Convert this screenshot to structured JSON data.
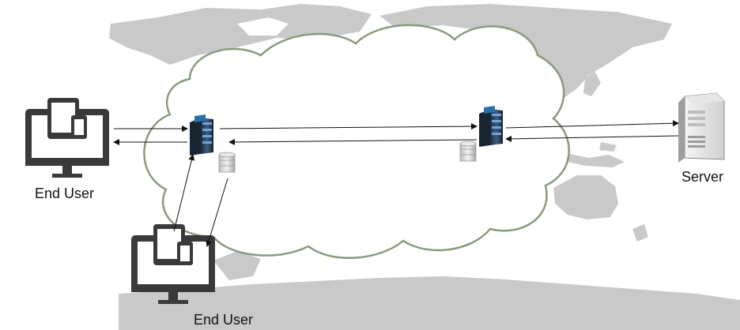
{
  "labels": {
    "end_user_left": "End User",
    "end_user_bottom": "End User",
    "server": "Server"
  },
  "colors": {
    "map_land": "#c9c9c9",
    "cloud_outline": "#8a9a7e",
    "cloud_fill": "#ffffff",
    "device_dark": "#3a3a3a",
    "server_blue": "#2b6fa8",
    "arrow": "#111111"
  },
  "icons": [
    "world-map",
    "cloud",
    "computer-devices-icon",
    "server-rack-icon",
    "database-icon",
    "tower-server-icon"
  ]
}
